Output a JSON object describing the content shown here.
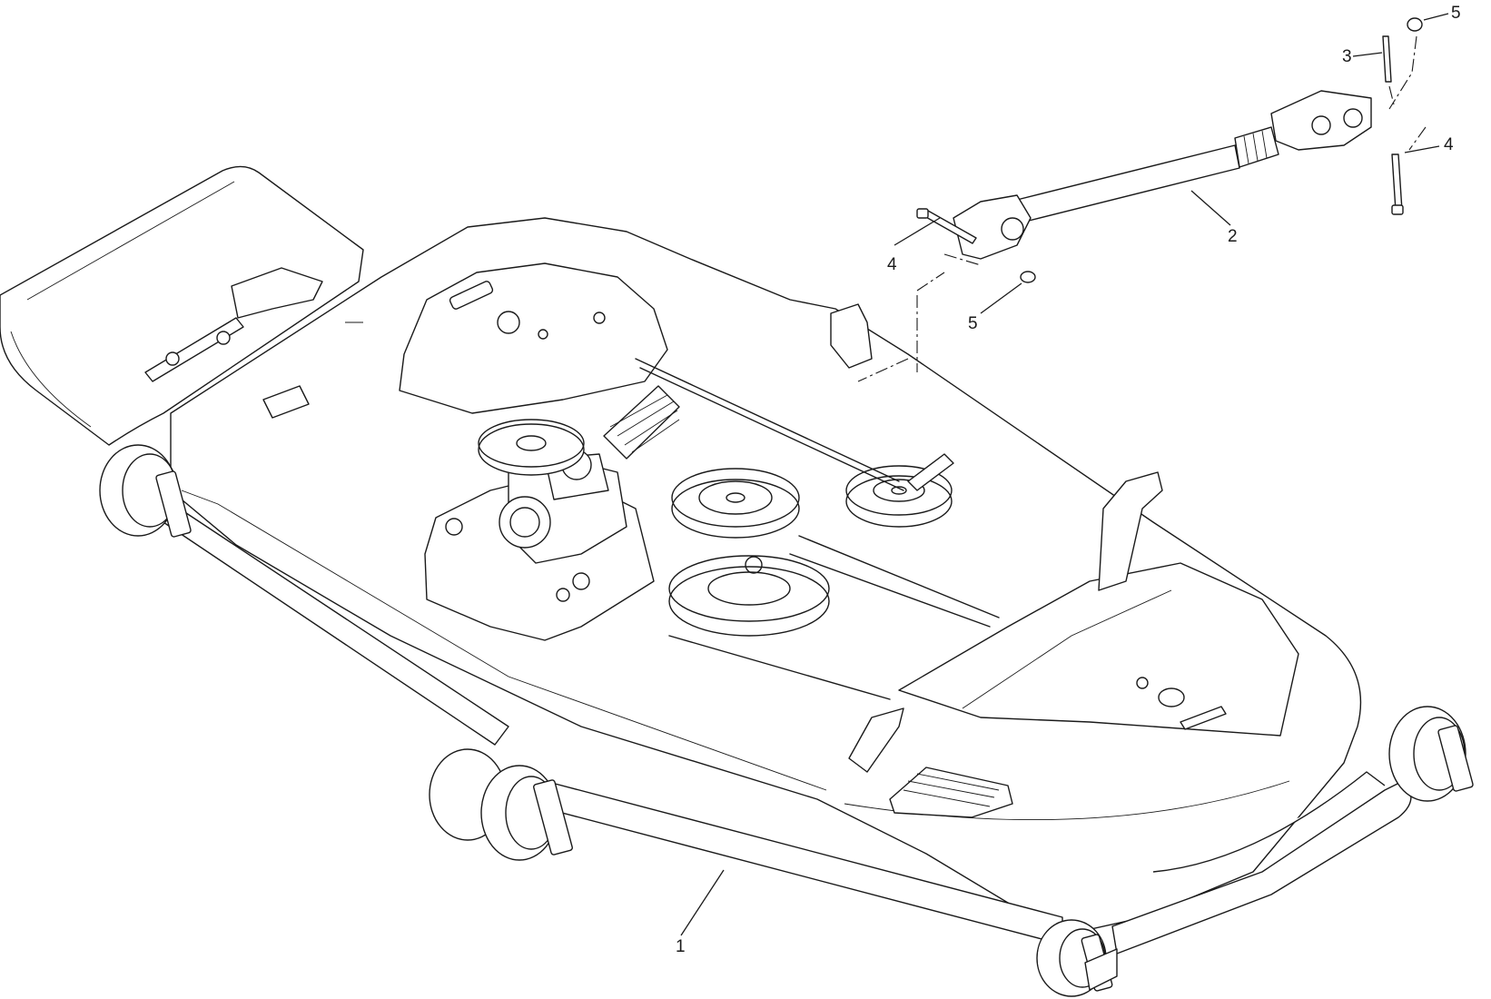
{
  "callouts": [
    {
      "label": "1"
    },
    {
      "label": "2"
    },
    {
      "label": "3"
    },
    {
      "label": "4"
    },
    {
      "label": "4"
    },
    {
      "label": "5"
    },
    {
      "label": "5"
    }
  ]
}
